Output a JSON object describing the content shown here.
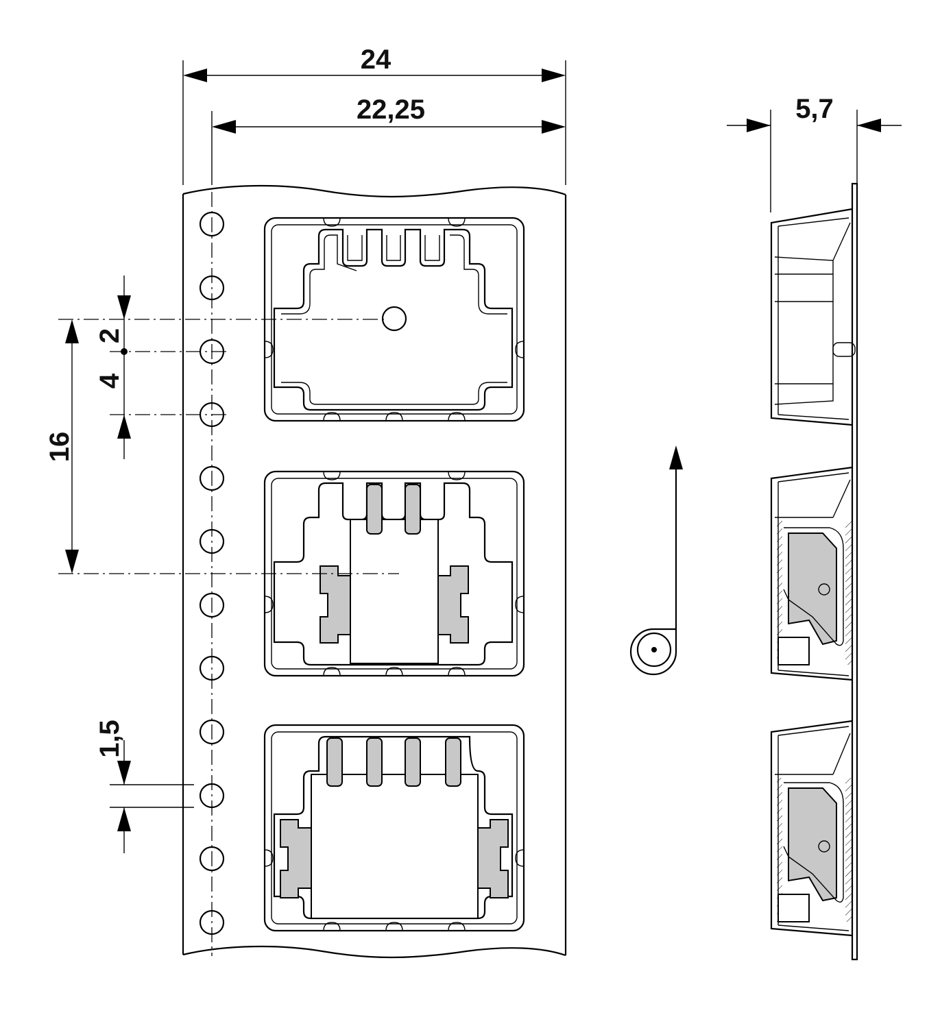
{
  "dimensions": {
    "tape_width": "24",
    "hole_to_edge": "22,25",
    "pitch_offset": "2",
    "hole_pitch": "4",
    "pocket_pitch": "16",
    "hole_diameter": "1,5",
    "pocket_depth": "5,7"
  },
  "icons": {
    "direction": "feed-direction-arrow-icon",
    "reel": "reel-icon"
  },
  "colors": {
    "line": "#000000",
    "component_fill": "#c8c8c8",
    "background": "#ffffff"
  }
}
